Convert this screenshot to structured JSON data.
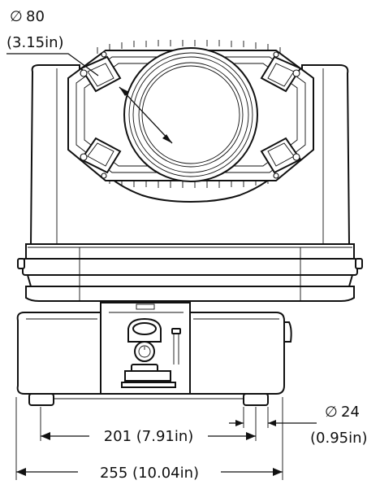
{
  "dimensions": {
    "lens_diameter": {
      "symbol": "∅",
      "value": "80",
      "inches": "(3.15in)"
    },
    "foot_diameter": {
      "symbol": "∅",
      "value": "24",
      "inches": "(0.95in)"
    },
    "foot_spacing": "201 (7.91in)",
    "base_width": "255 (10.04in)"
  }
}
